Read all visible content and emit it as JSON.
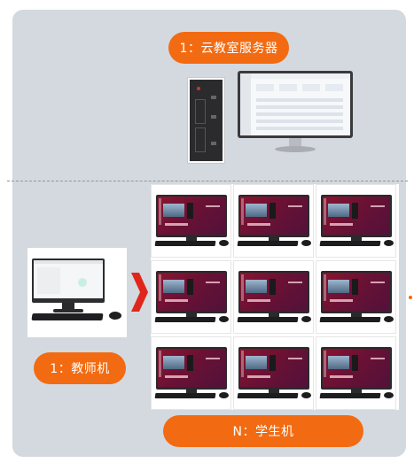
{
  "server": {
    "label": "1：云教室服务器"
  },
  "teacher": {
    "label": "1：教师机"
  },
  "students": {
    "label": "N：学生机",
    "rows": 3,
    "cols": 3
  },
  "colors": {
    "accent": "#f26b12",
    "panel": "#d4d9df",
    "chevron": "#e0261b"
  }
}
